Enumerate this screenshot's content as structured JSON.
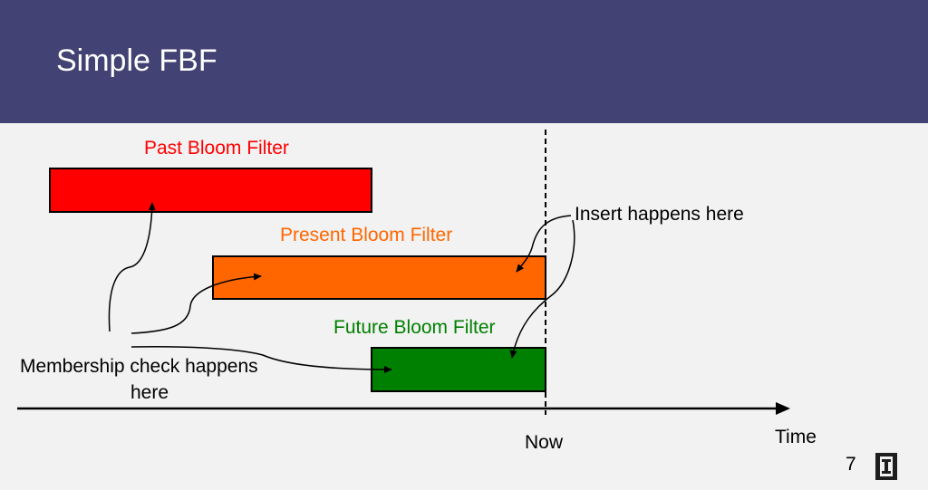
{
  "slide": {
    "title": "Simple FBF",
    "page_number": "7"
  },
  "filters": {
    "past": {
      "label": "Past Bloom Filter",
      "color": "#ff0000"
    },
    "present": {
      "label": "Present Bloom Filter",
      "color": "#ff6600"
    },
    "future": {
      "label": "Future Bloom Filter",
      "color": "#008000"
    }
  },
  "annotations": {
    "insert": "Insert happens here",
    "membership_line1": "Membership check happens",
    "membership_line2": "here"
  },
  "axis": {
    "label": "Time",
    "now_label": "Now"
  },
  "logo": {
    "icon": "university-i-logo"
  }
}
